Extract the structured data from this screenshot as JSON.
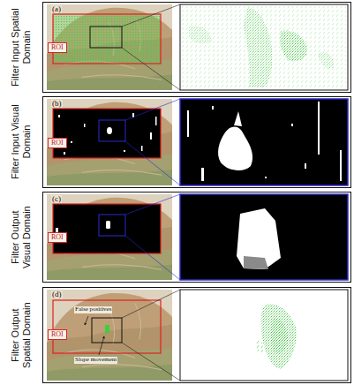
{
  "diagram": {
    "nodes": [
      {
        "text": [
          "Filter Input Spatial Domain",
          "(a)"
        ]
      },
      {
        "text": [
          "ROI"
        ],
        "in": 0
      },
      {
        "text": [
          "Filter Input Visual Domain",
          "(b)"
        ]
      },
      {
        "text": [
          "ROI"
        ],
        "in": 2
      },
      {
        "text": [
          "Filter Output Visual Domain",
          "(c)"
        ]
      },
      {
        "text": [
          "ROI"
        ],
        "in": 4
      },
      {
        "text": [
          "Filter Output Spatial Domain",
          "(d)"
        ]
      },
      {
        "text": [
          "ROI"
        ],
        "in": 6
      }
    ],
    "labels": [
      "False positives",
      "Slope movement"
    ]
  }
}
